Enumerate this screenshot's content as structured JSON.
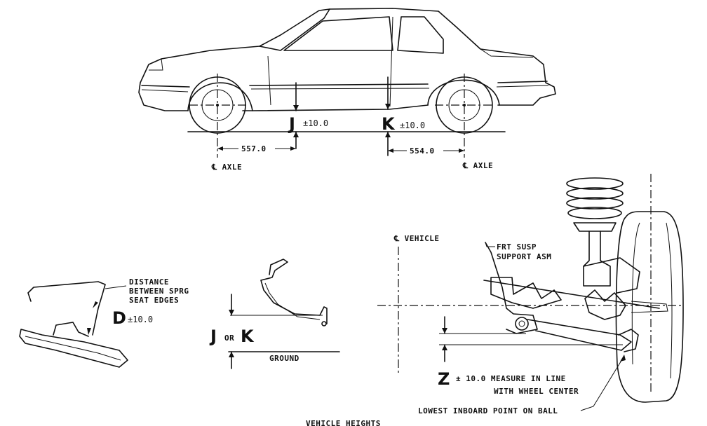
{
  "top_view": {
    "dim_front": "557.0",
    "dim_rear": "554.0",
    "axle_front": "℄ AXLE",
    "axle_rear": "℄ AXLE",
    "j_letter": "J",
    "j_tol": "±10.0",
    "k_letter": "K",
    "k_tol": "±10.0"
  },
  "spring_detail": {
    "label_line1": "DISTANCE",
    "label_line2": "BETWEEN SPRG",
    "label_line3": "SEAT EDGES",
    "d_letter": "D",
    "d_tol": "±10.0"
  },
  "jk_detail": {
    "j_letter": "J",
    "or_text": "OR",
    "k_letter": "K",
    "ground_label": "GROUND"
  },
  "suspension_detail": {
    "cl_vehicle": "℄ VEHICLE",
    "support_line1": "FRT SUSP",
    "support_line2": "SUPPORT ASM",
    "z_letter": "Z",
    "z_text_line1": "± 10.0 MEASURE IN LINE",
    "z_text_line2": "WITH WHEEL CENTER",
    "lowest_point": "LOWEST INBOARD POINT ON BALL"
  },
  "caption": "VEHICLE HEIGHTS"
}
